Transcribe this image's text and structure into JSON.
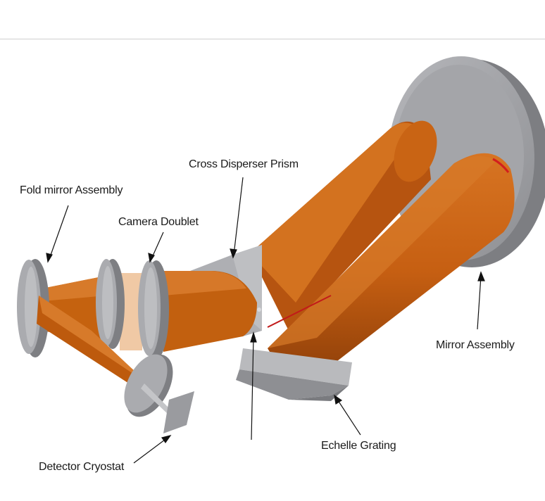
{
  "labels": {
    "fold_mirror": "Fold mirror Assembly",
    "camera_doublet": "Camera Doublet",
    "cross_disperser": "Cross Disperser Prism",
    "mirror_assembly": "Mirror Assembly",
    "echelle_grating": "Echelle Grating",
    "detector_cryostat": "Detector Cryostat"
  },
  "colors": {
    "beam": "#c65f12",
    "beam_dark": "#9c4506",
    "beam_light": "#e08a3a",
    "component": "#a8a9ad",
    "component_dark": "#7c7d81",
    "component_light": "#c9cacd",
    "pale_beam": "#f0c9a5",
    "highlight": "#d21e1e"
  }
}
